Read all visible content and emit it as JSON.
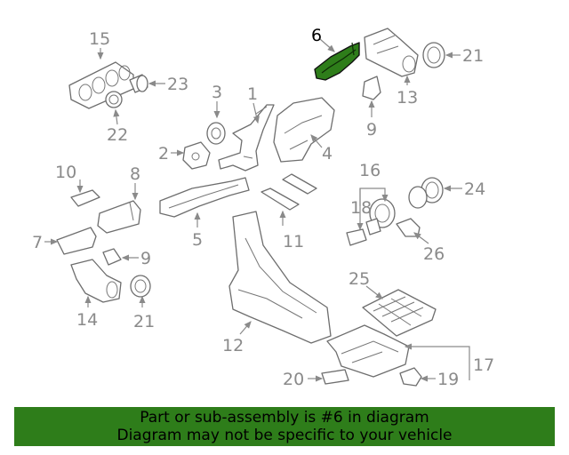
{
  "diagram": {
    "callouts": [
      "15",
      "23",
      "22",
      "3",
      "1",
      "2",
      "6",
      "21",
      "13",
      "9",
      "4",
      "10",
      "8",
      "16",
      "24",
      "18",
      "7",
      "9",
      "11",
      "5",
      "26",
      "14",
      "21",
      "25",
      "12",
      "17",
      "20",
      "19"
    ]
  },
  "banner": {
    "line1": "Part or sub-assembly is #6 in diagram",
    "line2": "Diagram may not be specific to your vehicle"
  },
  "colors": {
    "highlight": "#2e7d1a",
    "callout_text": "#8a8a8a",
    "banner_background": "#2e7d1a"
  }
}
